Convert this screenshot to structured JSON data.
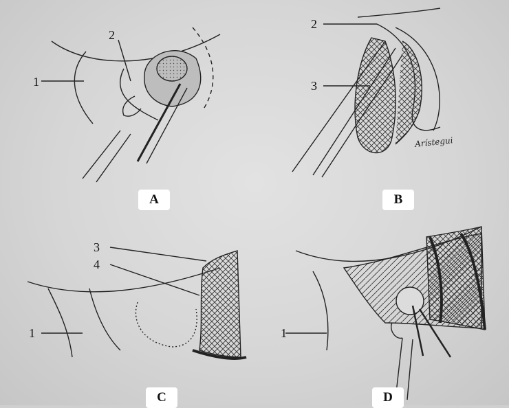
{
  "panels": {
    "A": {
      "label": "A",
      "callouts": [
        "1",
        "2"
      ]
    },
    "B": {
      "label": "B",
      "callouts": [
        "2",
        "3"
      ],
      "signature": "Arístegui"
    },
    "C": {
      "label": "C",
      "callouts": [
        "3",
        "4",
        "1"
      ]
    },
    "D": {
      "label": "D",
      "callouts": [
        "1"
      ]
    }
  },
  "colors": {
    "background": "#d6d6d6",
    "ink": "#222222",
    "label_box": "#ffffff"
  }
}
